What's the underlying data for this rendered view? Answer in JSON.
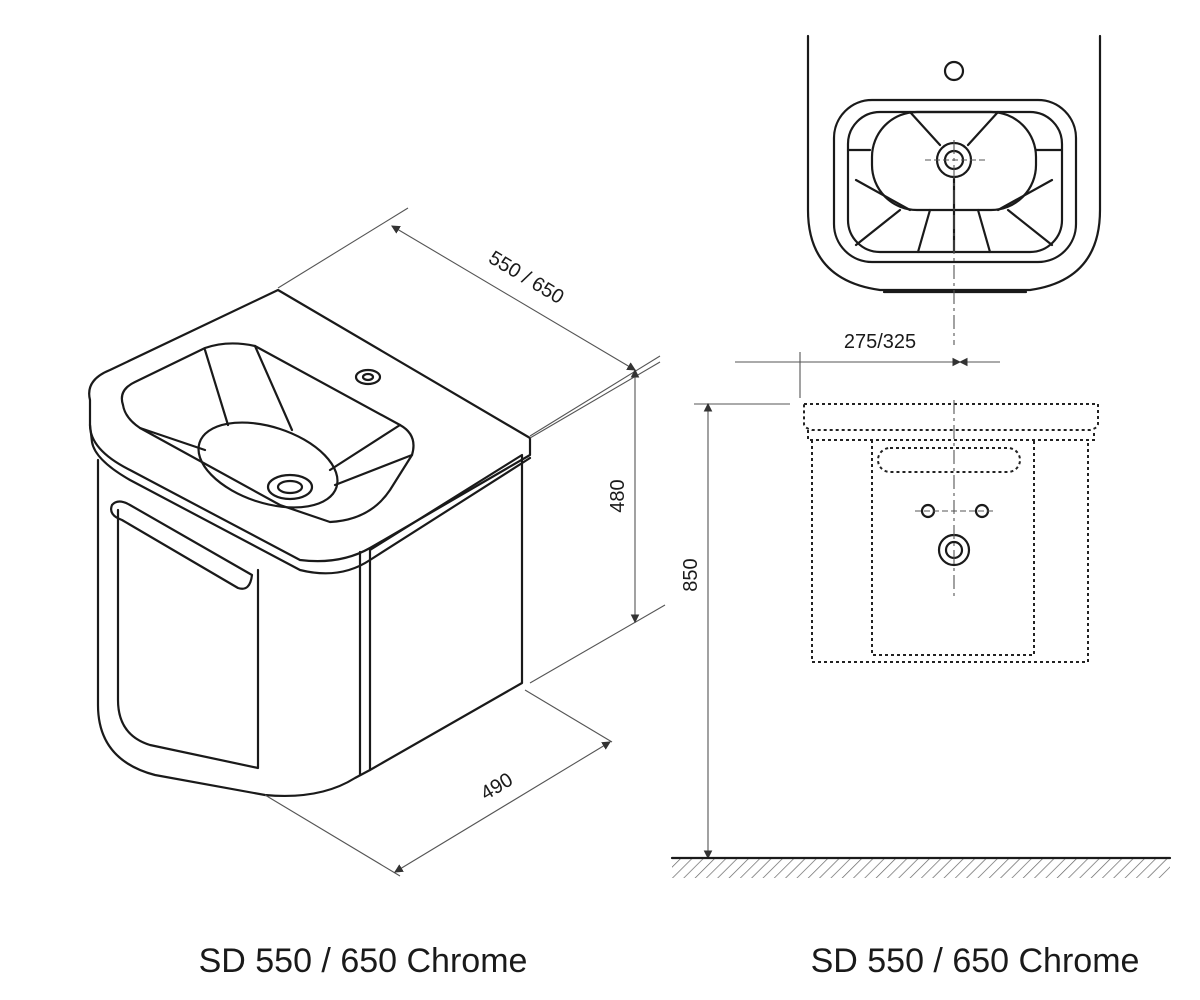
{
  "dimensions": {
    "top_width": "550 / 650",
    "height": "480",
    "depth": "490",
    "half_width": "275/325",
    "mount_height": "850"
  },
  "captions": {
    "left": "SD 550 / 650 Chrome",
    "right": "SD 550 / 650 Chrome"
  }
}
